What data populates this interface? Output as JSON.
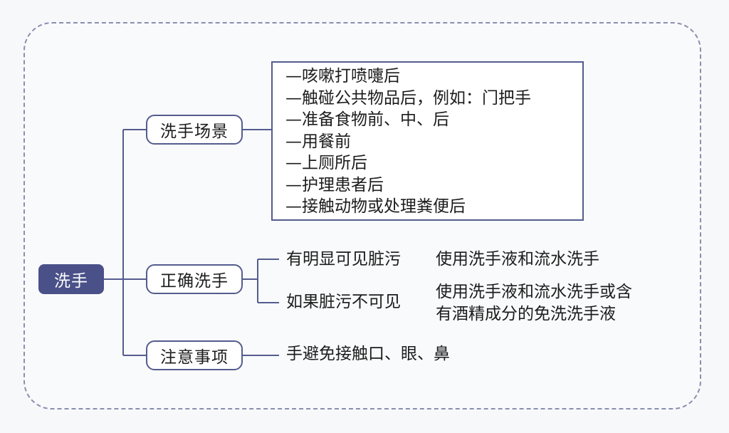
{
  "root": {
    "label": "洗手"
  },
  "branches": [
    {
      "label": "洗手场景",
      "items": [
        "—咳嗽打喷嚏后",
        "—触碰公共物品后，例如：门把手",
        "—准备食物前、中、后",
        "—用餐前",
        "—上厕所后",
        "—护理患者后",
        "—接触动物或处理粪便后"
      ]
    },
    {
      "label": "正确洗手",
      "cases": [
        {
          "condition": "有明显可见脏污",
          "action": "使用洗手液和流水洗手"
        },
        {
          "condition": "如果脏污不可见",
          "action_lines": [
            "使用洗手液和流水洗手或含",
            "有酒精成分的免洗洗手液"
          ]
        }
      ]
    },
    {
      "label": "注意事项",
      "note": "手避免接触口、眼、鼻"
    }
  ],
  "colors": {
    "root_fill": "#4a5189",
    "border": "#545c8f",
    "frame_dash": "#8a8fb0"
  }
}
